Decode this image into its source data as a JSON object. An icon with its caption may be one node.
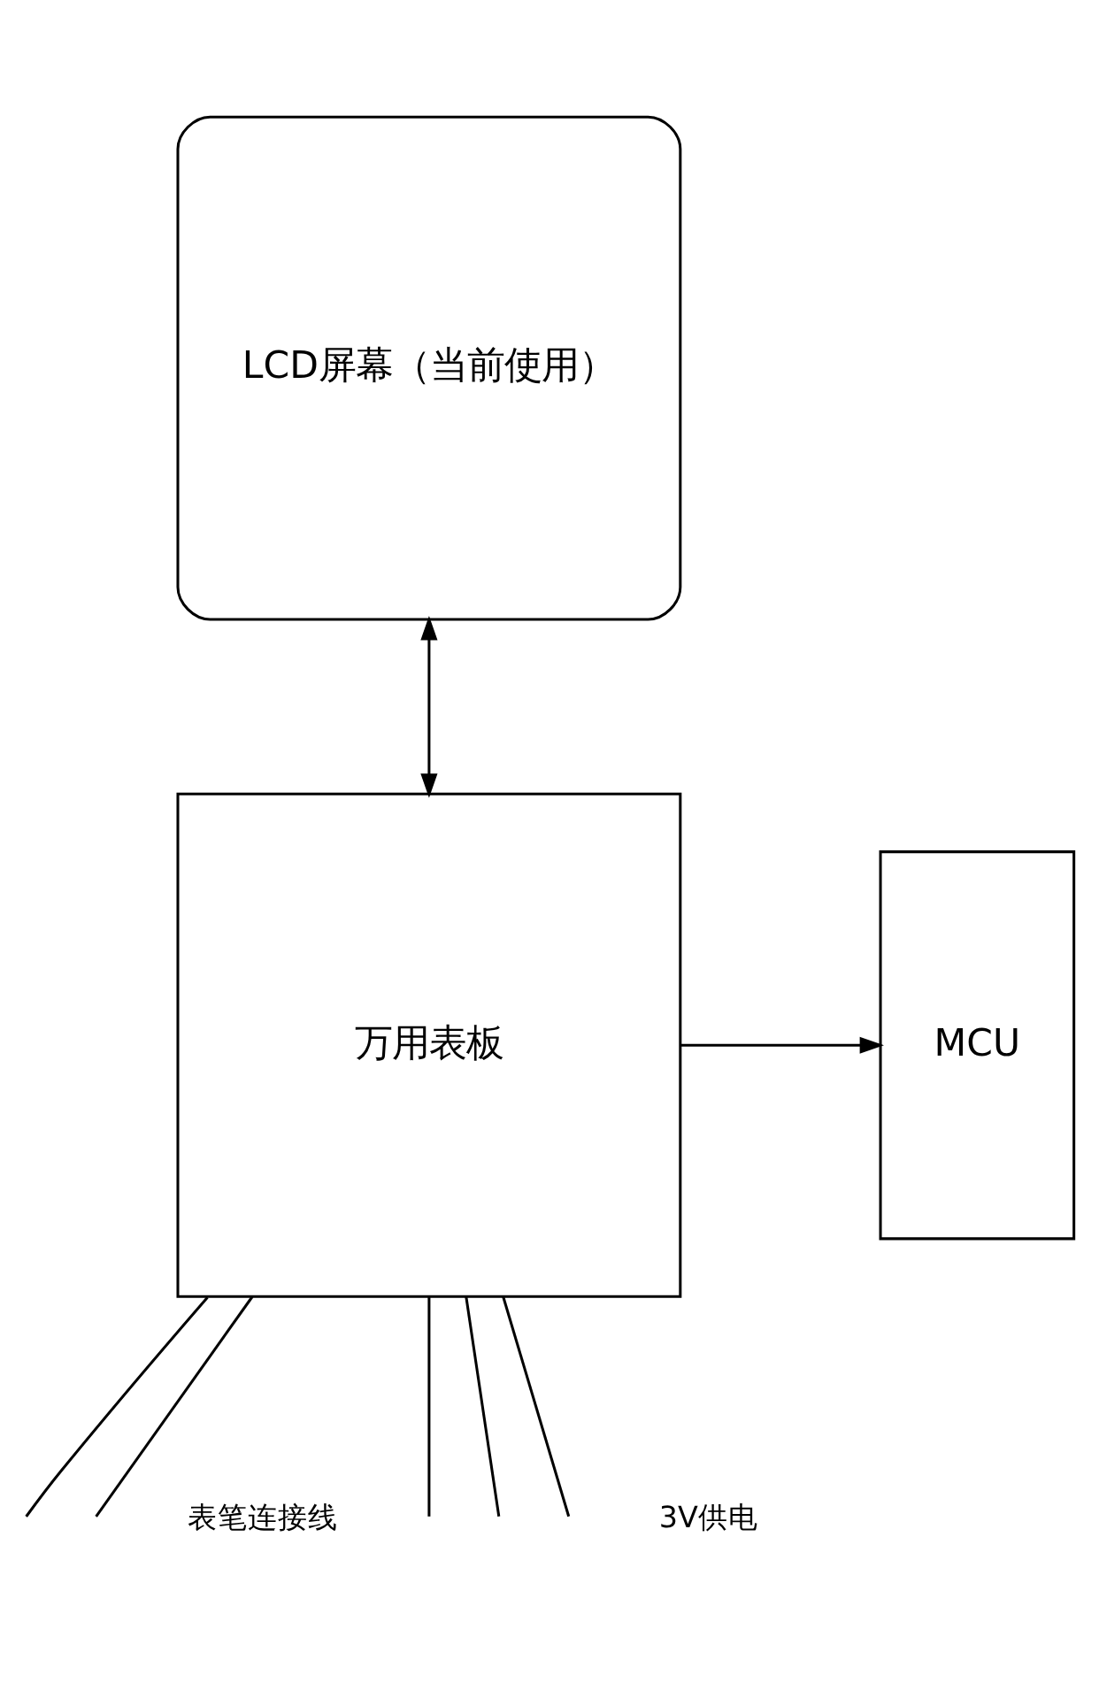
{
  "diagram": {
    "nodes": [
      {
        "text": [
          "LCD屏幕（当前使用）"
        ]
      },
      {
        "text": [
          "万用表板"
        ]
      },
      {
        "text": [
          "MCU"
        ]
      }
    ],
    "edges": [
      {
        "from": 0,
        "to": 1,
        "arrow": "both"
      },
      {
        "from": 1,
        "to": 2,
        "arrow": "to"
      },
      {
        "from": 1,
        "to": null,
        "arrow": "none"
      },
      {
        "from": 1,
        "to": null,
        "arrow": "none"
      },
      {
        "from": 1,
        "to": null,
        "arrow": "none"
      },
      {
        "from": 1,
        "to": null,
        "arrow": "none"
      },
      {
        "from": 1,
        "to": null,
        "arrow": "none"
      }
    ],
    "labels": [
      "表笔连接线",
      "3V供电"
    ]
  }
}
